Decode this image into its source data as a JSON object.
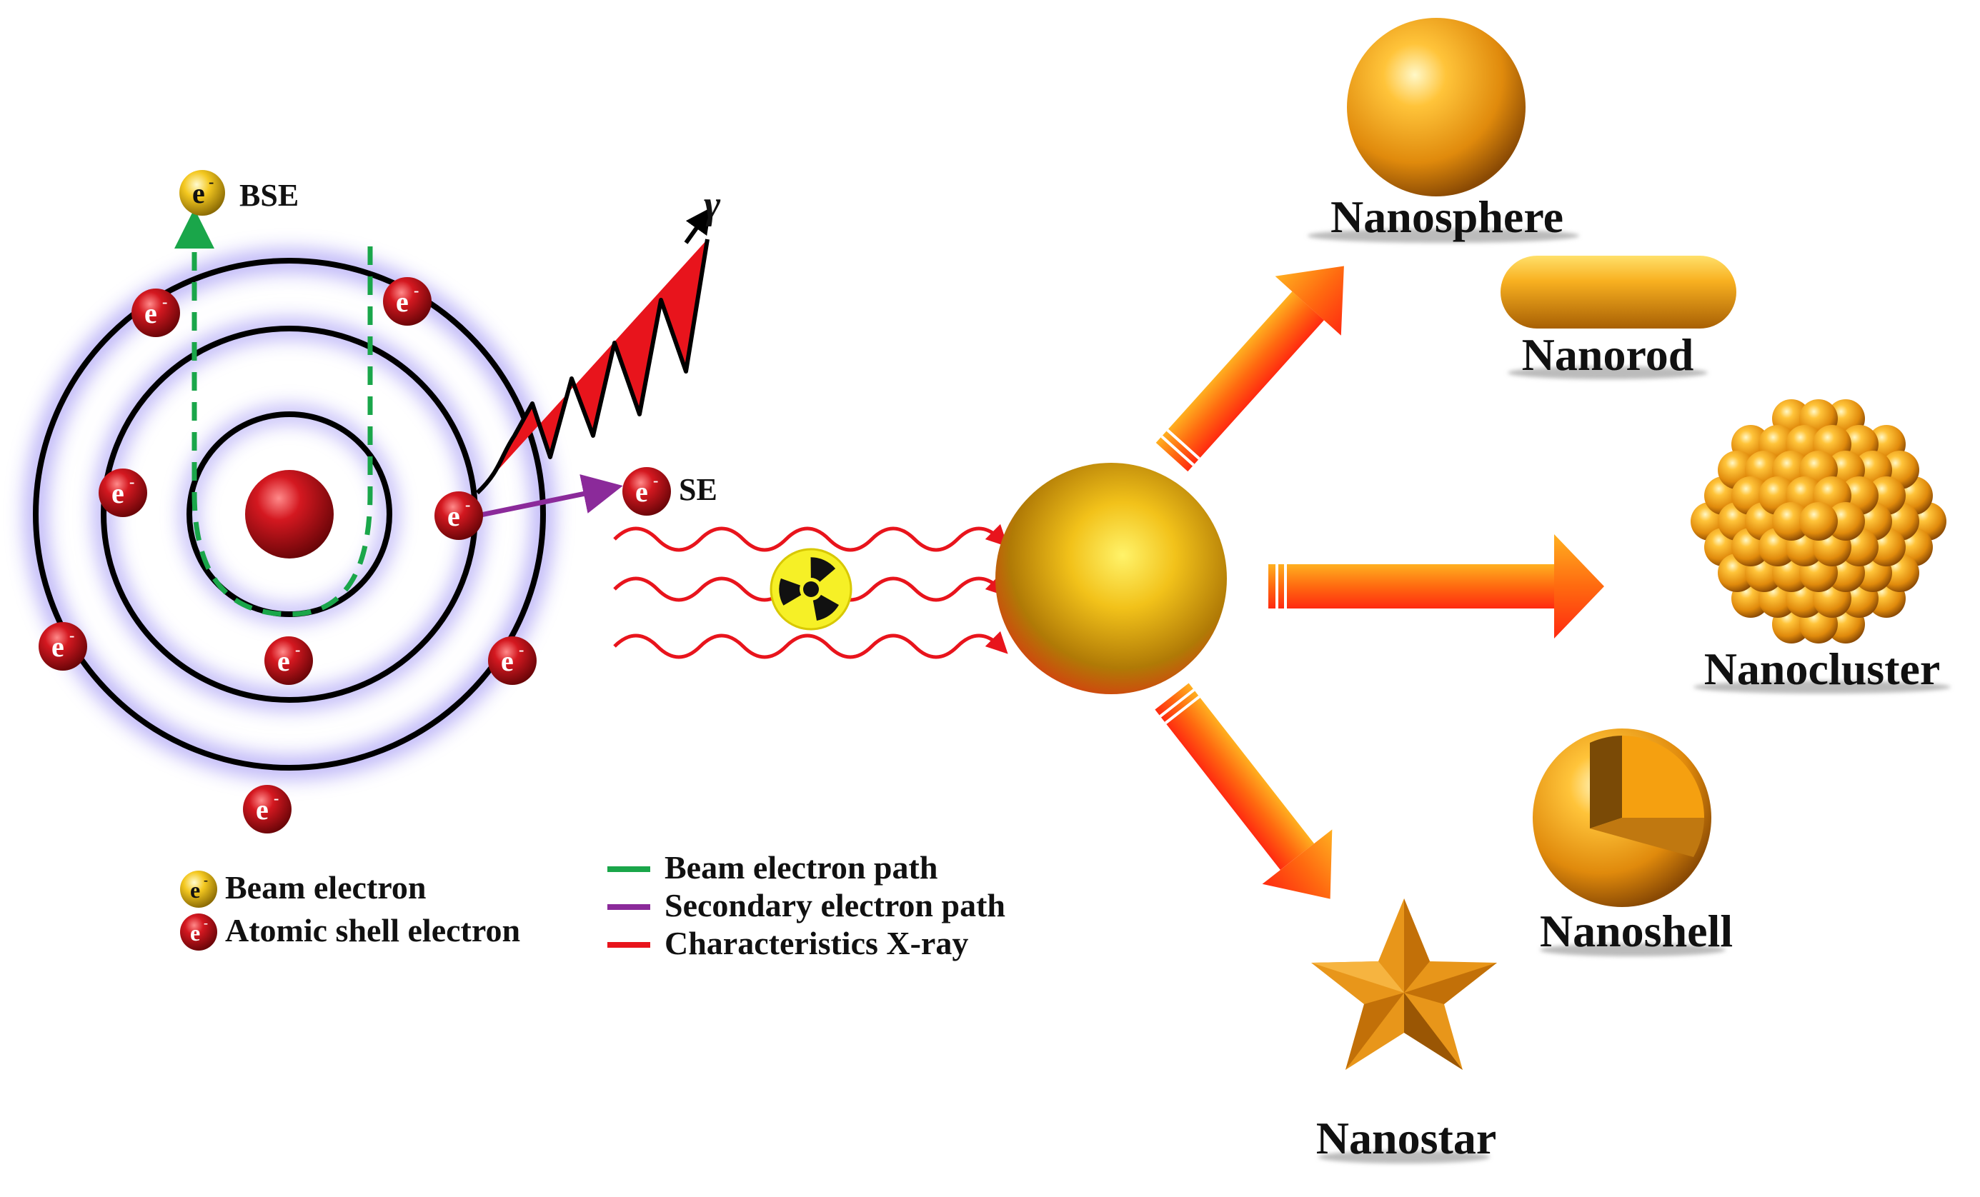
{
  "atom": {
    "bse_label": "BSE",
    "se_label": "SE",
    "gamma_label": "γ",
    "electron_symbol": "e",
    "electron_charge": "-"
  },
  "legend": {
    "beam_electron": "Beam electron",
    "atomic_shell_electron": "Atomic shell electron",
    "beam_electron_path": "Beam electron path",
    "secondary_electron_path": "Secondary electron path",
    "characteristics_xray": "Characteristics X-ray"
  },
  "nanostructures": {
    "nanosphere": "Nanosphere",
    "nanorod": "Nanorod",
    "nanocluster": "Nanocluster",
    "nanoshell": "Nanoshell",
    "nanostar": "Nanostar"
  },
  "colors": {
    "beam_path": "#1aa64a",
    "secondary_path": "#8b2a9a",
    "xray": "#e8141c",
    "gold": "#f0a21c",
    "electron_red": "#c3121a",
    "orbit_glow": "#7b6cf0",
    "arrow_orange": "#ff7a10"
  }
}
